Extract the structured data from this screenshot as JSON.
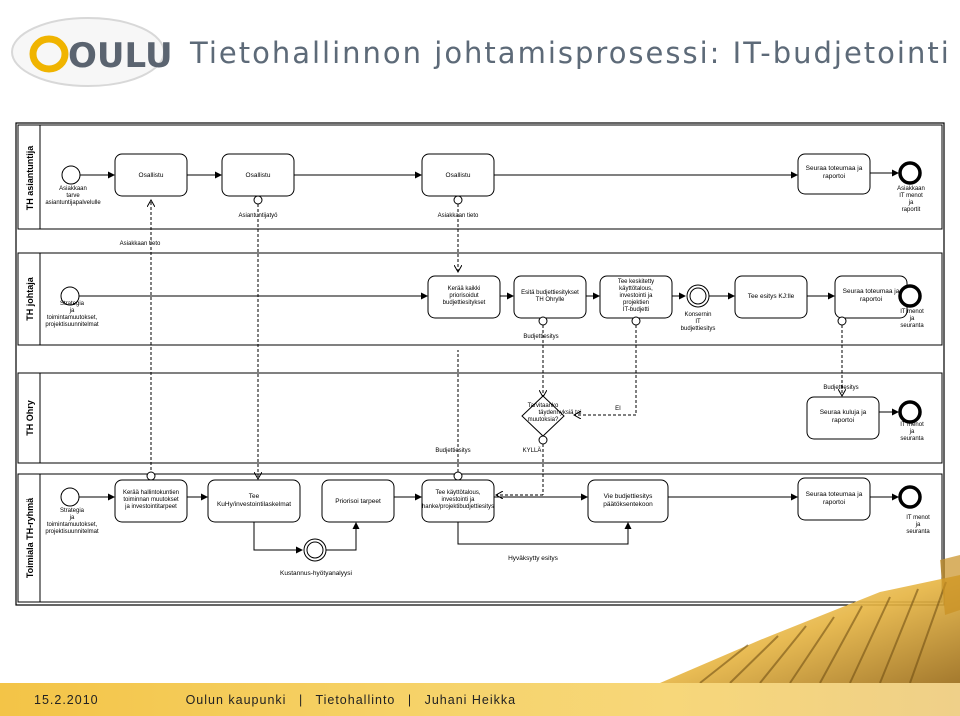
{
  "header": {
    "logo_text": "OULU",
    "title": "Tietohallinnon johtamisprosessi: IT-budjetointi"
  },
  "lanes": [
    {
      "label": "TH asiantuntija"
    },
    {
      "label": "TH johtaja"
    },
    {
      "label": "TH Ohry"
    },
    {
      "label": "Toimiala TH-ryhmä"
    }
  ],
  "tasks": {
    "asi_osallistu1": "Osallistu",
    "asi_osallistu2": "Osallistu",
    "asi_osallistu3": "Osallistu",
    "asi_seuraa": "Seuraa toteumaa ja raportoi",
    "joh_keraa": "Kerää kaikki priorisoidut budjettiesitykset",
    "joh_esita": "Esitä budjettiesitykset TH Ohrylle",
    "joh_tee_keskitetty": "Tee keskitetty käyttötalous, investointi ja projektien IT-budjetti",
    "joh_tee_esitys": "Tee esitys KJ:lle",
    "joh_seuraa": "Seuraa toteumaa ja raportoi",
    "ohry_seuraa": "Seuraa kuluja ja raportoi",
    "ryh_keraa": "Kerää hallintokuntien toiminnan muutokset ja investointitarpeet",
    "ryh_tee_kuhy": "Tee KuHy/investointilaskelmat",
    "ryh_priorisoi": "Priorisoi tarpeet",
    "ryh_tee_kayttotalous": "Tee käyttötalous, investointi ja hanke/projektibudjettiesitys",
    "ryh_vie": "Vie budjettiesitys päätöksentekoon",
    "ryh_seuraa": "Seuraa toteumaa ja raportoi"
  },
  "events": {
    "asi_start": "Asiakkaan tarve asiantuntijapalvelulle",
    "asi_end": "Asiakkaan IT menot ja raportit",
    "joh_start": "Strategia ja toimintamuutokset, projektisuunnitelmat",
    "joh_inter": "Konsernin IT budjettiesitys",
    "joh_end": "IT menot ja seuranta",
    "ohry_end": "IT menot ja seuranta",
    "ryh_start": "Strategia ja toimintamuutokset, projektisuunnitelmat",
    "ryh_inter": "Kustannus-hyötyanalyysi",
    "ryh_end": "IT menot ja seuranta"
  },
  "gateway": {
    "label": "Tarvitaanko täydennyksiä tai muutoksia?"
  },
  "flow_labels": {
    "asiantuntijatyo": "Asiantuntijatyö",
    "asiakkaan_tieto_top": "Asiakkaan tieto",
    "asiakkaan_tieto_left": "Asiakkaan tieto",
    "budjettiesitys_joh": "Budjettiesitys",
    "budjettiesitys_ryh": "Budjettiesitys",
    "budjettiesitys_ohry": "Budjettiesitys",
    "ei": "EI",
    "kylla": "KYLLÄ",
    "hyvaksytty": "Hyväksytty esitys"
  },
  "footer": {
    "date": "15.2.2010",
    "sep1": "|",
    "org": "Oulun kaupunki",
    "sep2": "|",
    "dept": "Tietohallinto",
    "sep3": "|",
    "author": "Juhani Heikka"
  },
  "colors": {
    "title": "#5d6a78",
    "logo_ring": "#f0b400",
    "logo_text": "#5b6470",
    "footer": "#f3c447"
  },
  "icons": [
    "oulu-logo-icon",
    "building-facade-icon"
  ]
}
